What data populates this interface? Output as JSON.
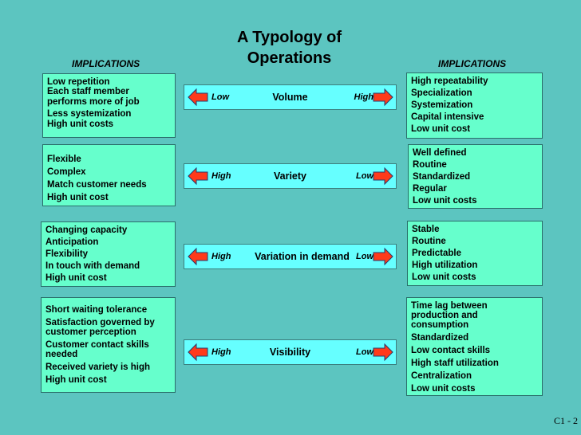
{
  "title": [
    "A Typology of",
    "Operations"
  ],
  "implications_left": "IMPLICATIONS",
  "implications_right": "IMPLICATIONS",
  "rows": [
    {
      "dimension": "Volume",
      "left_end": "Low",
      "right_end": "High",
      "left_items": [
        "Low repetition",
        "Each staff member",
        "performs more of job",
        "Less systemization",
        "High unit costs"
      ],
      "right_items": [
        "High repeatability",
        "Specialization",
        "Systemization",
        "Capital intensive",
        "Low unit cost"
      ]
    },
    {
      "dimension": "Variety",
      "left_end": "High",
      "right_end": "Low",
      "left_items": [
        "Flexible",
        "Complex",
        "Match customer needs",
        "High unit cost"
      ],
      "right_items": [
        "Well defined",
        "Routine",
        "Standardized",
        "Regular",
        "Low unit costs"
      ]
    },
    {
      "dimension": "Variation in demand",
      "left_end": "High",
      "right_end": "Low",
      "left_items": [
        "Changing capacity",
        "Anticipation",
        "Flexibility",
        "In touch with demand",
        "High unit cost"
      ],
      "right_items": [
        "Stable",
        "Routine",
        "Predictable",
        "High utilization",
        "Low unit costs"
      ]
    },
    {
      "dimension": "Visibility",
      "left_end": "High",
      "right_end": "Low",
      "left_items": [
        "Short waiting tolerance",
        "Satisfaction governed by",
        "customer perception",
        "Customer contact skills",
        "needed",
        "Received variety is high",
        "High unit cost"
      ],
      "right_items": [
        "Time lag between",
        "production and",
        "consumption",
        "Standardized",
        "Low contact skills",
        "High staff utilization",
        "Centralization",
        "Low unit costs"
      ]
    }
  ],
  "footer": "C1 - 2",
  "colors": {
    "background": "#5cc5c0",
    "box": "#66ffcc",
    "bar": "#66ffff",
    "arrow": "#ff3a1a"
  }
}
